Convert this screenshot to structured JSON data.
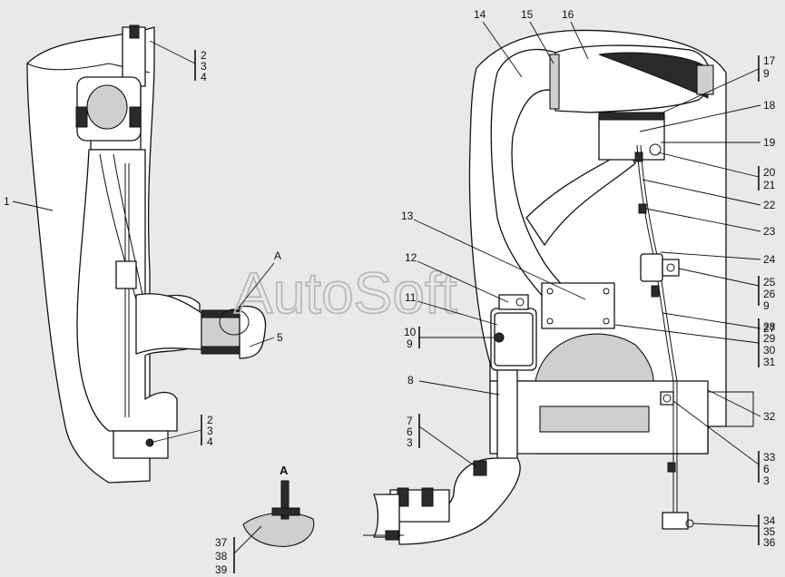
{
  "watermark": "AutoSoft",
  "view_label": "A",
  "callouts": {
    "c1": "1",
    "c2_4_top": [
      "2",
      "3",
      "4"
    ],
    "c5": "5",
    "c2_4_bottom": [
      "2",
      "3",
      "4"
    ],
    "cA": "A",
    "c37_39": [
      "37",
      "38",
      "39"
    ],
    "c14": "14",
    "c15": "15",
    "c16": "16",
    "c17_9": [
      "17",
      "9"
    ],
    "c18": "18",
    "c19": "19",
    "c20_21": [
      "20",
      "21"
    ],
    "c22": "22",
    "c23": "23",
    "c24": "24",
    "c25_9": [
      "25",
      "26",
      "9"
    ],
    "c27": "27",
    "c28_31": [
      "28",
      "29",
      "30",
      "31"
    ],
    "c32": "32",
    "c33_3": [
      "33",
      "6",
      "3"
    ],
    "c34_36": [
      "34",
      "35",
      "36"
    ],
    "c13": "13",
    "c12": "12",
    "c11": "11",
    "c10_9": [
      "10",
      "9"
    ],
    "c8": "8",
    "c7_3": [
      "7",
      "6",
      "3"
    ]
  }
}
